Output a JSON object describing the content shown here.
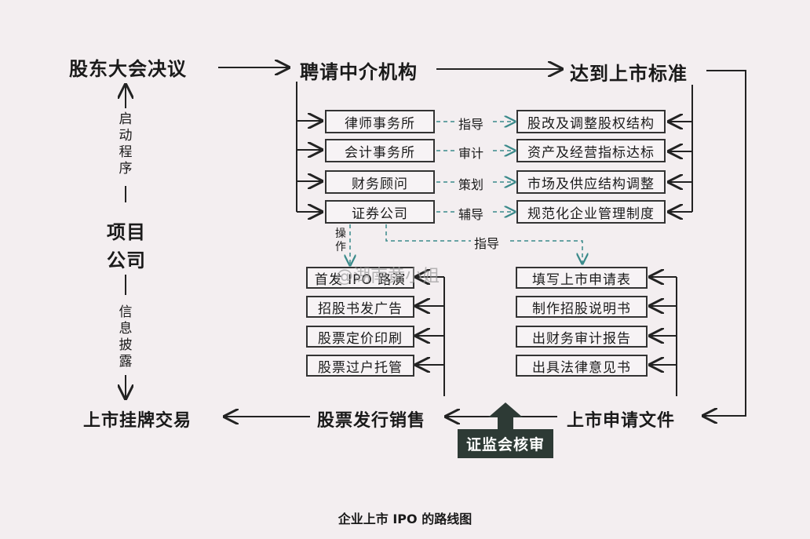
{
  "nodes": {
    "shareholder_resolution": "股东大会决议",
    "hire_intermediaries": "聘请中介机构",
    "meet_listing_standard": "达到上市标准",
    "project_company_line1": "项目",
    "project_company_line2": "公司",
    "listing_trading": "上市挂牌交易",
    "stock_issuance_sales": "股票发行销售",
    "listing_application": "上市申请文件",
    "csrc_review": "证监会核审"
  },
  "side_labels": {
    "startup_procedure": "启动程序",
    "info_disclosure": "信息披露"
  },
  "intermediaries": [
    {
      "agency": "律师事务所",
      "relation": "指导",
      "task": "股改及调整股权结构"
    },
    {
      "agency": "会计事务所",
      "relation": "审计",
      "task": "资产及经营指标达标"
    },
    {
      "agency": "财务顾问",
      "relation": "策划",
      "task": "市场及供应结构调整"
    },
    {
      "agency": "证券公司",
      "relation": "辅导",
      "task": "规范化企业管理制度"
    }
  ],
  "securities_links": {
    "operate": "操作",
    "guide": "指导"
  },
  "issuance_steps": [
    "首发 IPO 路演",
    "招股书发广告",
    "股票定价印刷",
    "股票过户托管"
  ],
  "application_steps": [
    "填写上市申请表",
    "制作招股说明书",
    "出财务审计报告",
    "出具法律意见书"
  ],
  "watermark": "@湖南黄小姐",
  "caption": "企业上市 IPO 的路线图",
  "colors": {
    "background": "#f3eef0",
    "line": "#222222",
    "dashed_arrow": "#3a8a8a",
    "csrc_box": "#2d3a35"
  }
}
